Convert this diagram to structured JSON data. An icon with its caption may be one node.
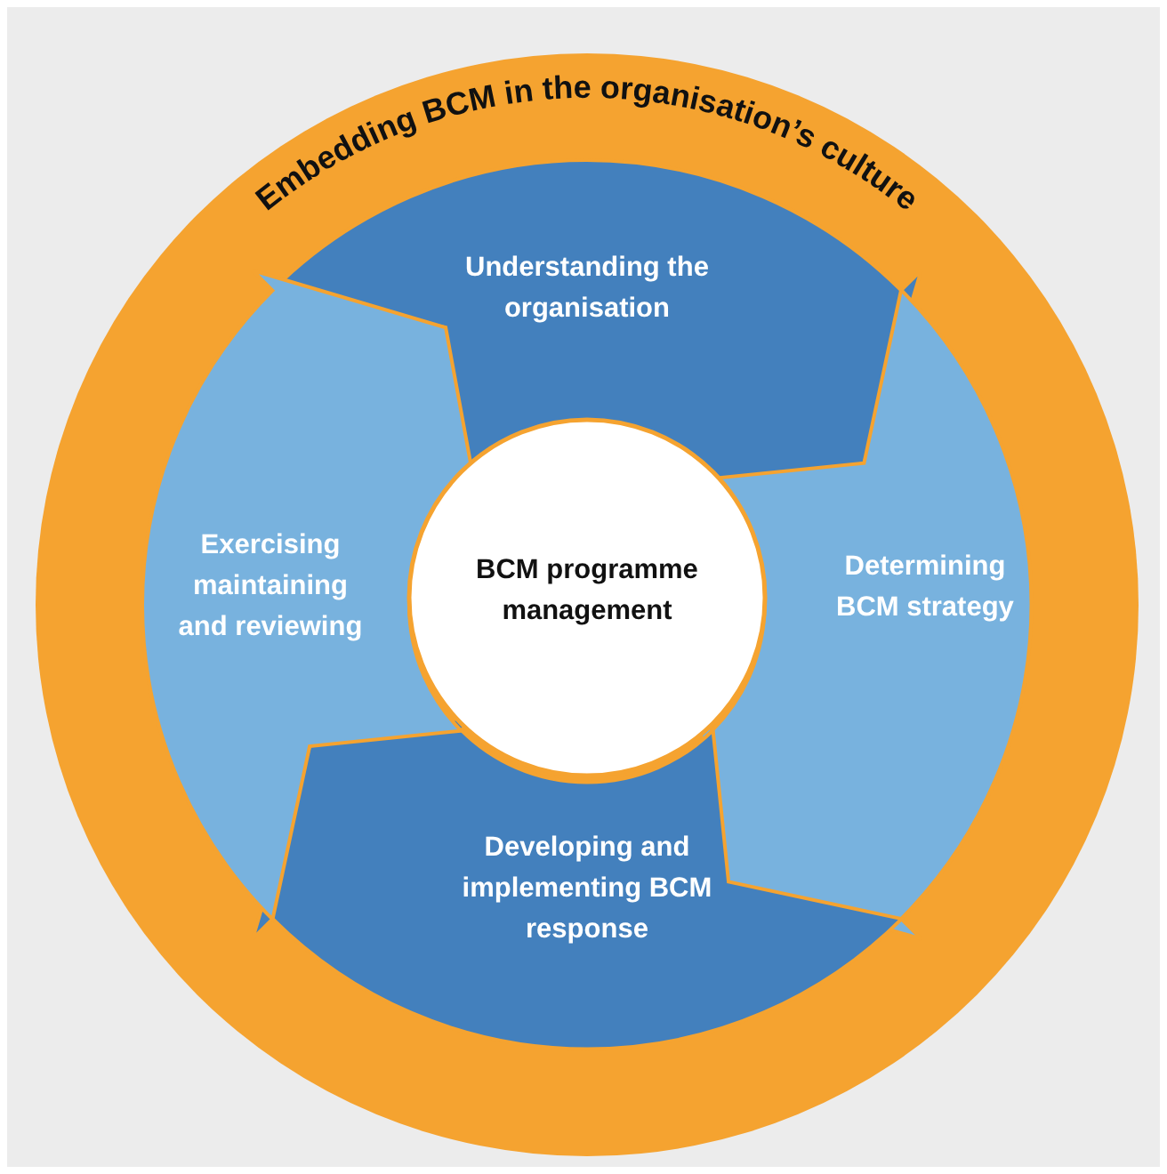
{
  "diagram": {
    "nodes": [
      {
        "text": [
          "Embedding BCM in the organisation’s culture"
        ]
      },
      {
        "text": [
          "Understanding the organisation"
        ],
        "in": 0
      },
      {
        "text": [
          "Determining BCM strategy"
        ],
        "in": 0
      },
      {
        "text": [
          "Developing and implementing BCM response"
        ],
        "in": 0
      },
      {
        "text": [
          "Exercising maintaining and reviewing"
        ],
        "in": 0
      },
      {
        "text": [
          "BCM programme management"
        ],
        "in": 0
      }
    ]
  }
}
